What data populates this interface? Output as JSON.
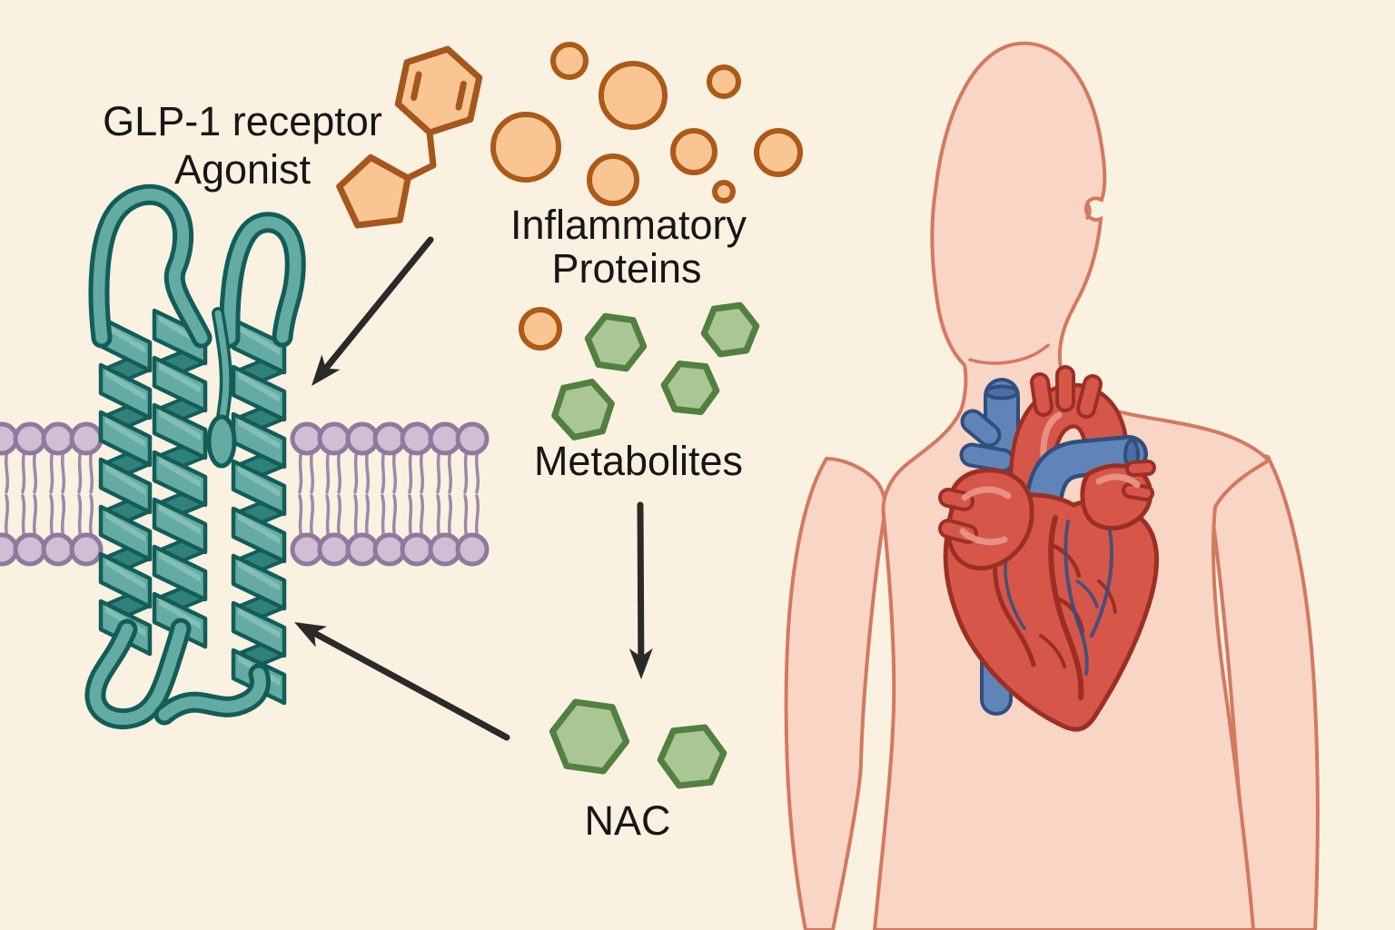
{
  "title": "GLP-1 receptor agonist mechanism illustration",
  "labels": {
    "glp1": {
      "line1": "GLP-1 receptor",
      "line2": "Agonist"
    },
    "inflammatory": {
      "line1": "Inflammatory",
      "line2": "Proteins"
    },
    "metabolites": "Metabolites",
    "nac": "NAC"
  },
  "entities": {
    "glp1_agonist_molecule": {
      "description": "small molecule with benzene ring and cyclopentane ring",
      "count": 1
    },
    "inflammatory_proteins": {
      "shape": "circle",
      "count": 9
    },
    "metabolites": {
      "shape": "hexagon",
      "count": 4
    },
    "nac_molecules": {
      "shape": "hexagon",
      "count": 2
    },
    "glp1_receptor": {
      "description": "seven-transmembrane helical receptor in cell membrane"
    },
    "cell_membrane": {
      "description": "phospholipid bilayer"
    },
    "human_body": {
      "description": "faceless human silhouette with anatomical heart"
    },
    "arrows": {
      "count": 3,
      "connections": [
        "agonist to receptor",
        "metabolites to NAC",
        "NAC to receptor"
      ]
    }
  },
  "colors": {
    "background": "#FAF1E1",
    "text": "#161616",
    "arrow": "#2A2A2A",
    "orange_fill": "#F9C592",
    "orange_stroke": "#AC5A18",
    "molecule_stroke": "#A5561C",
    "green_fill": "#AAC695",
    "green_stroke": "#51803F",
    "teal_light": "#63ABA3",
    "teal_mid": "#2F827B",
    "teal_dark": "#135D59",
    "teal_highlight": "#8FC4BB",
    "membrane_head_fill": "#CFBED4",
    "membrane_head_stroke": "#8E7A9D",
    "membrane_tail": "#9C89AB",
    "body_fill": "#F9D5C6",
    "body_stroke": "#D3795F",
    "heart_red": "#D6564A",
    "heart_red_dark": "#9C2F23",
    "heart_red_light": "#E9988A",
    "heart_blue": "#6084B8",
    "heart_blue_mid": "#4A6FA5",
    "heart_blue_dark": "#2F4F7D"
  }
}
